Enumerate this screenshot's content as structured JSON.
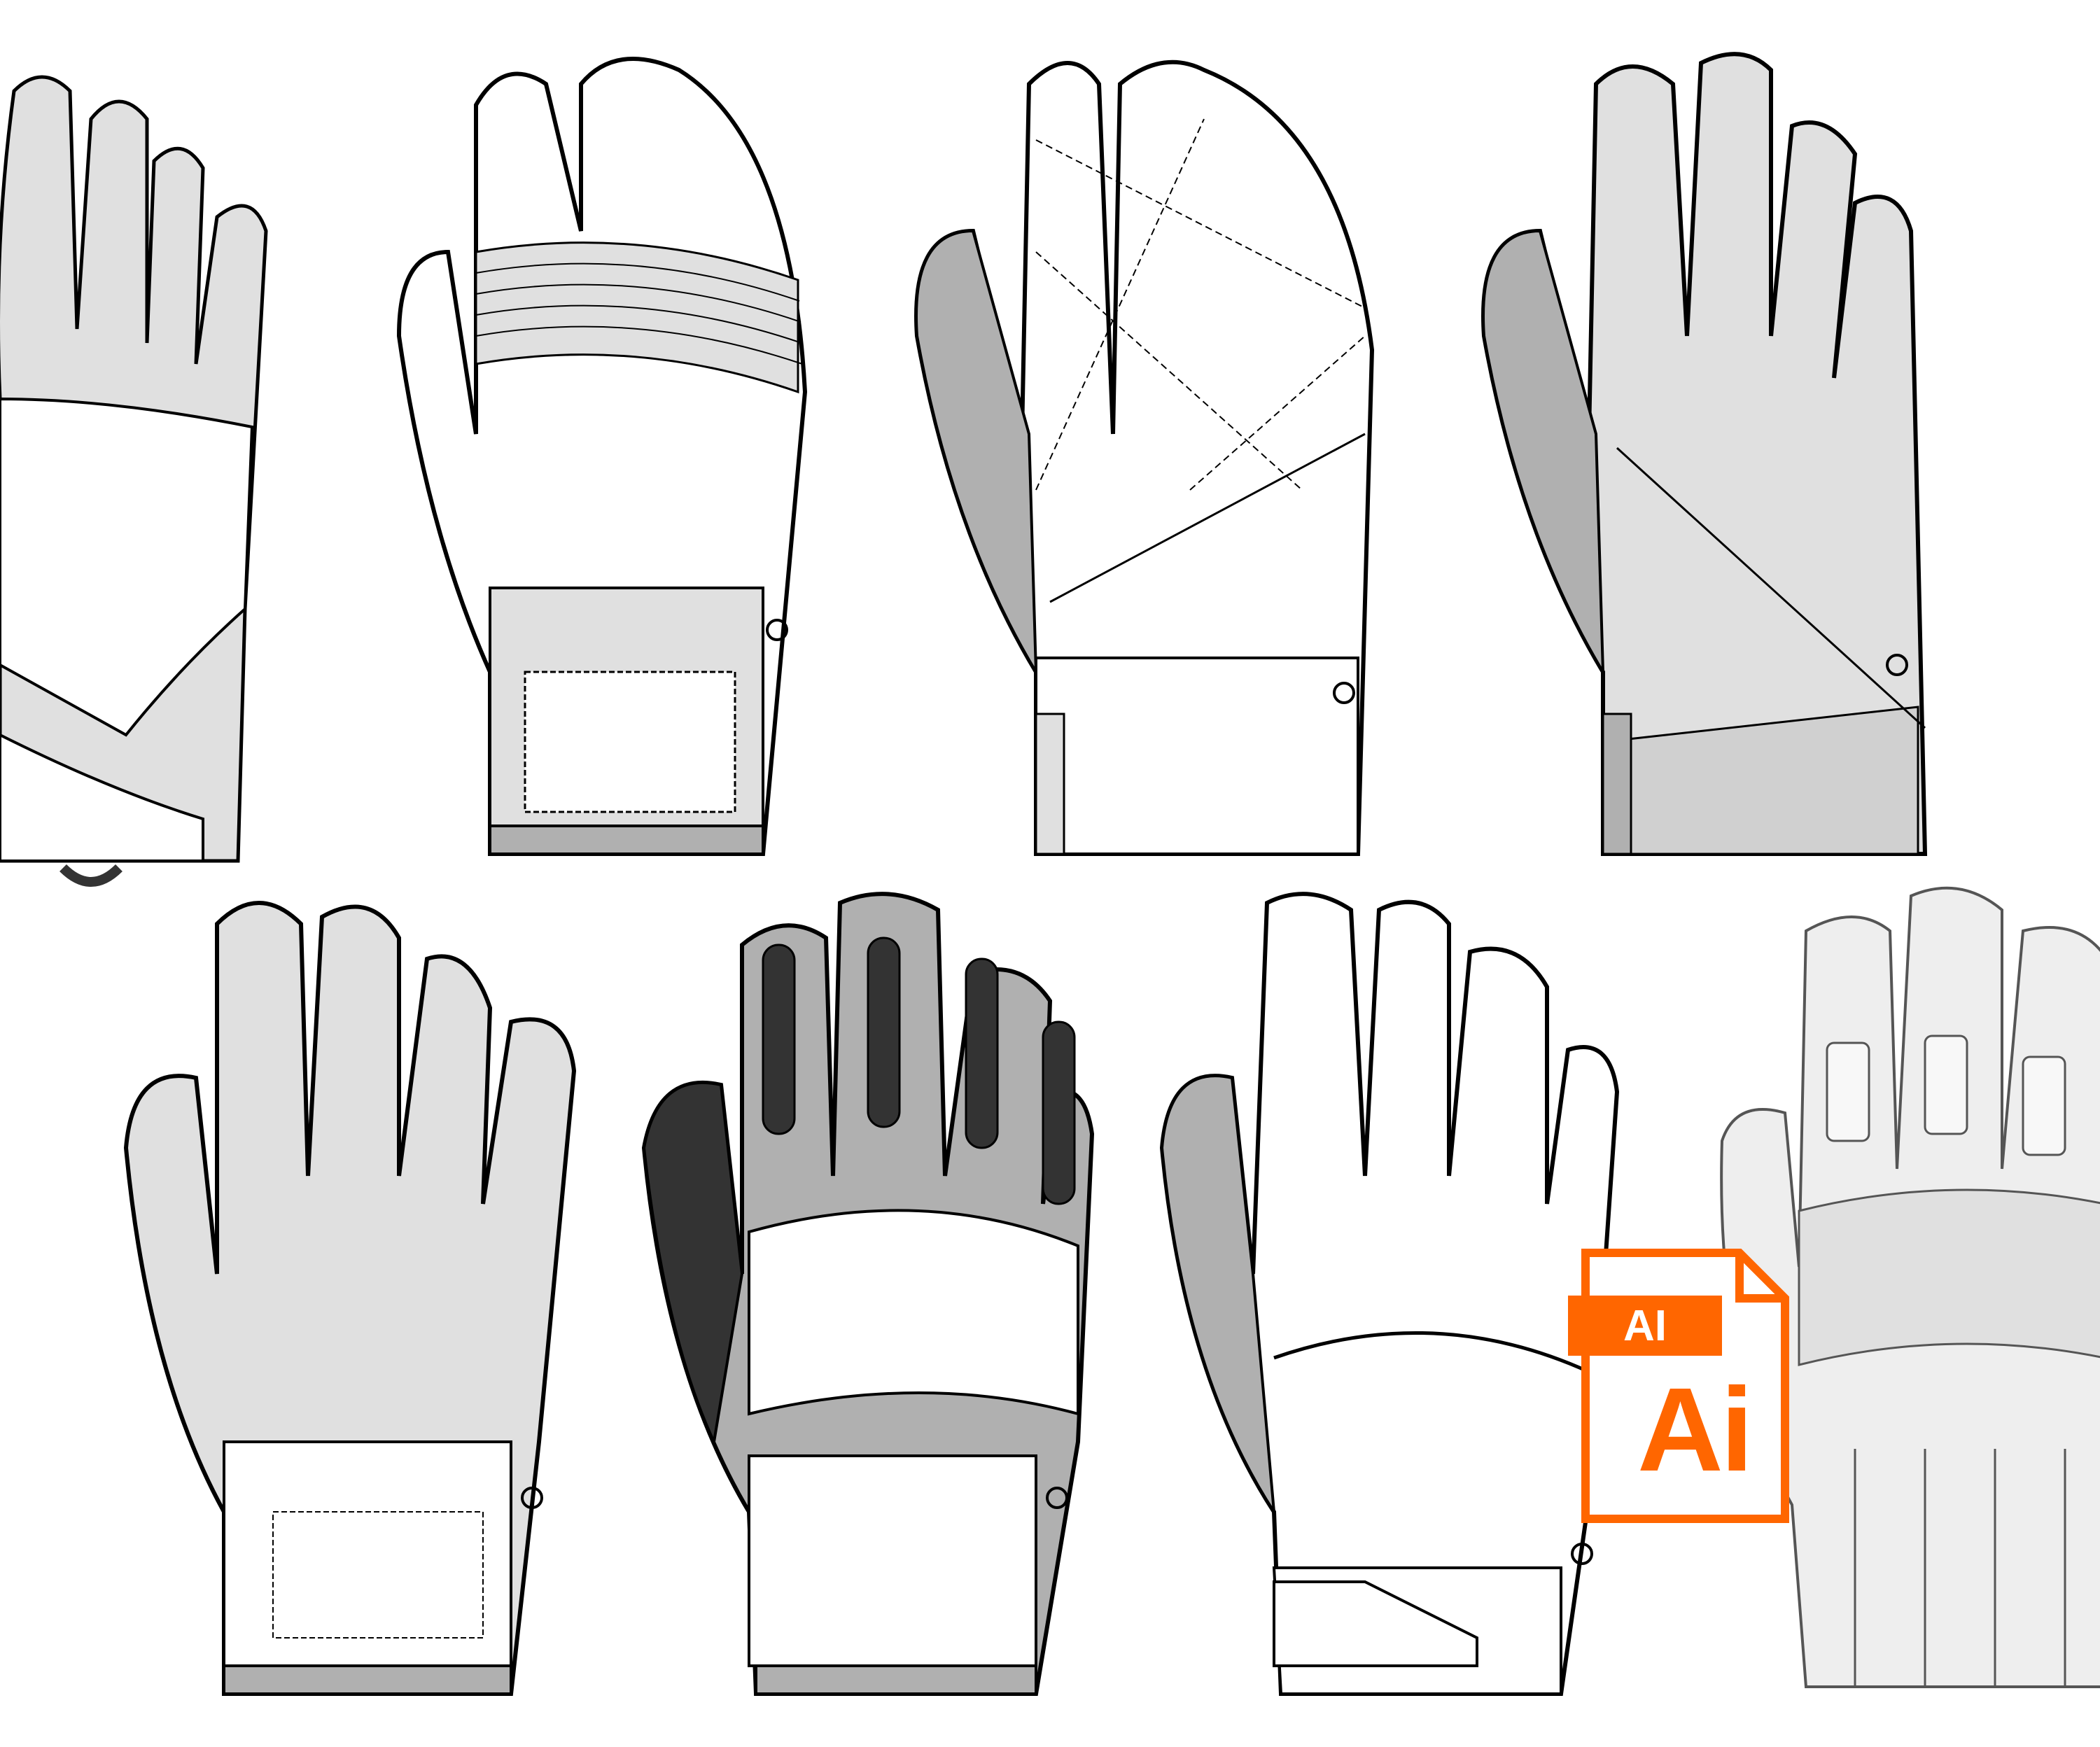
{
  "colors": {
    "outline": "#000000",
    "light_gray": "#e0e0e0",
    "mid_gray": "#b0b0b0",
    "dark_gray": "#808080",
    "grip_black": "#333333",
    "white": "#ffffff",
    "accent": "#ff6600"
  },
  "ai_icon": {
    "tag_label": "AI",
    "big_label": "Ai"
  },
  "gloves": [
    {
      "name": "glove-five-finger-cropped-left",
      "variant": "five-finger"
    },
    {
      "name": "glove-lobster-mitt-striped",
      "variant": "lobster"
    },
    {
      "name": "glove-lobster-mitt-quilted",
      "variant": "lobster"
    },
    {
      "name": "glove-five-finger-gray",
      "variant": "five-finger"
    },
    {
      "name": "glove-five-finger-strap",
      "variant": "five-finger"
    },
    {
      "name": "glove-five-finger-grip-panels",
      "variant": "five-finger"
    },
    {
      "name": "glove-five-finger-white",
      "variant": "five-finger"
    },
    {
      "name": "glove-five-finger-cropped-right",
      "variant": "five-finger"
    }
  ]
}
